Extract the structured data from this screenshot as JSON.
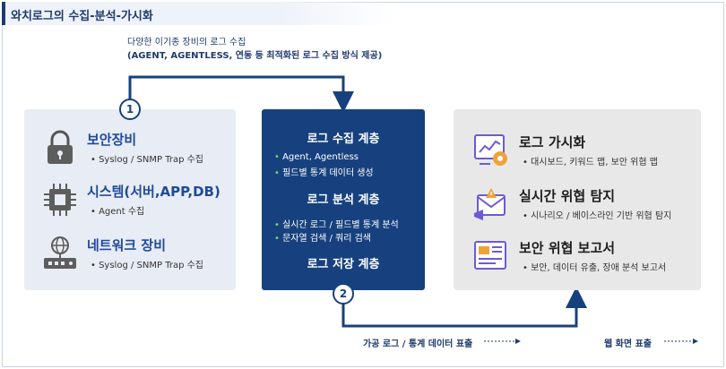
{
  "title": "와치로그의 수집-분석-가시화",
  "top_note": {
    "line1": "다양한 이기종 장비의 로그 수집",
    "line2": "(AGENT, AGENTLESS, 연동 등 최적화된 로그 수집 방식 제공)"
  },
  "step1": "1",
  "step2": "2",
  "sources": [
    {
      "name": "보안장비",
      "desc": "• Syslog / SNMP Trap 수집",
      "icon": "padlock-icon"
    },
    {
      "name": "시스템(서버,APP,DB)",
      "desc": "• Agent 수집",
      "icon": "chip-icon"
    },
    {
      "name": "네트워크 장비",
      "desc": "• Syslog / SNMP Trap 수집",
      "icon": "router-icon"
    }
  ],
  "layers": {
    "collect_title": "로그 수집 계층",
    "collect_lines": [
      "Agent, Agentless",
      "필드별 통계 데이터 생성"
    ],
    "analyze_title": "로그 분석 계층",
    "analyze_lines": [
      "실시간 로그  / 필드별 통계 분석",
      "문자열 검색 / 쿼리 검색"
    ],
    "store_title": "로그 저장 계층",
    "bullet": "•"
  },
  "outputs": [
    {
      "name": "로그 가시화",
      "desc": "• 대시보드, 키워드 맵, 보안 위협 맵",
      "icon": "dashboard-icon"
    },
    {
      "name": "실시간 위협 탐지",
      "desc": "• 시나리오 / 베이스라인 기반 위협 탐지",
      "icon": "alert-mail-icon"
    },
    {
      "name": "보안 위협 보고서",
      "desc": "• 보안, 데이터 유출, 장애 분석 보고서",
      "icon": "report-icon"
    }
  ],
  "bottom": {
    "left_label": "가공 로그 / 통계 데이터 표출",
    "right_label": "웹 화면 표출"
  },
  "colors": {
    "navy": "#17417e",
    "accent_blue": "#1f4a9a",
    "bullet_green": "#7fd36a",
    "icon_purple": "#6b5bd6"
  }
}
